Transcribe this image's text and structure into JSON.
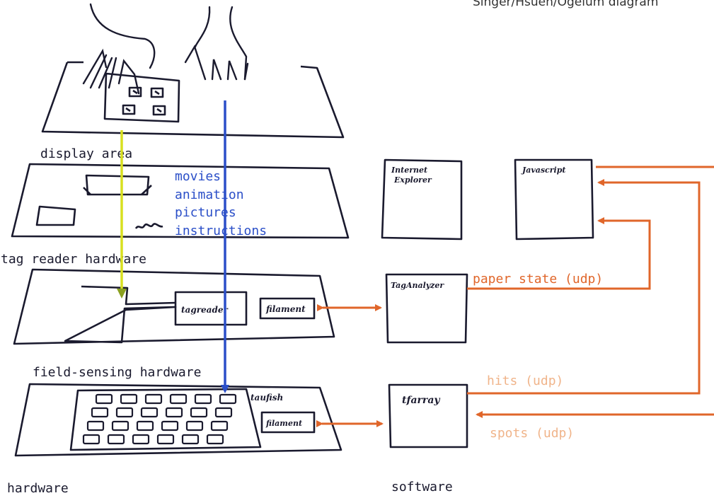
{
  "header": {
    "title": "Singer/Hsueh/Ogelum diagram"
  },
  "layers": {
    "display_area": "display area",
    "tag_reader_hardware": "tag reader hardware",
    "field_sensing_hardware": "field-sensing hardware"
  },
  "media": [
    "movies",
    "animation",
    "pictures",
    "instructions"
  ],
  "components": {
    "tagreader": "tagreader",
    "filament_1": "filament",
    "taufish": "taufish",
    "filament_2": "filament"
  },
  "software": {
    "internet_explorer": [
      "Internet",
      "Explorer"
    ],
    "javascript": "Javascript",
    "tag_analyzer": "TagAnalyzer",
    "tfarray": "tfarray"
  },
  "links": {
    "paper_state": "paper state (udp)",
    "hits": "hits (udp)",
    "spots": "spots (udp)"
  },
  "footer": {
    "hardware": "hardware",
    "software": "software"
  },
  "colors": {
    "ink": "#1a1a2e",
    "orange": "#e0662a",
    "orange_light": "#f0b48a",
    "blue": "#2b4fc8",
    "yellow": "#d8e020"
  }
}
